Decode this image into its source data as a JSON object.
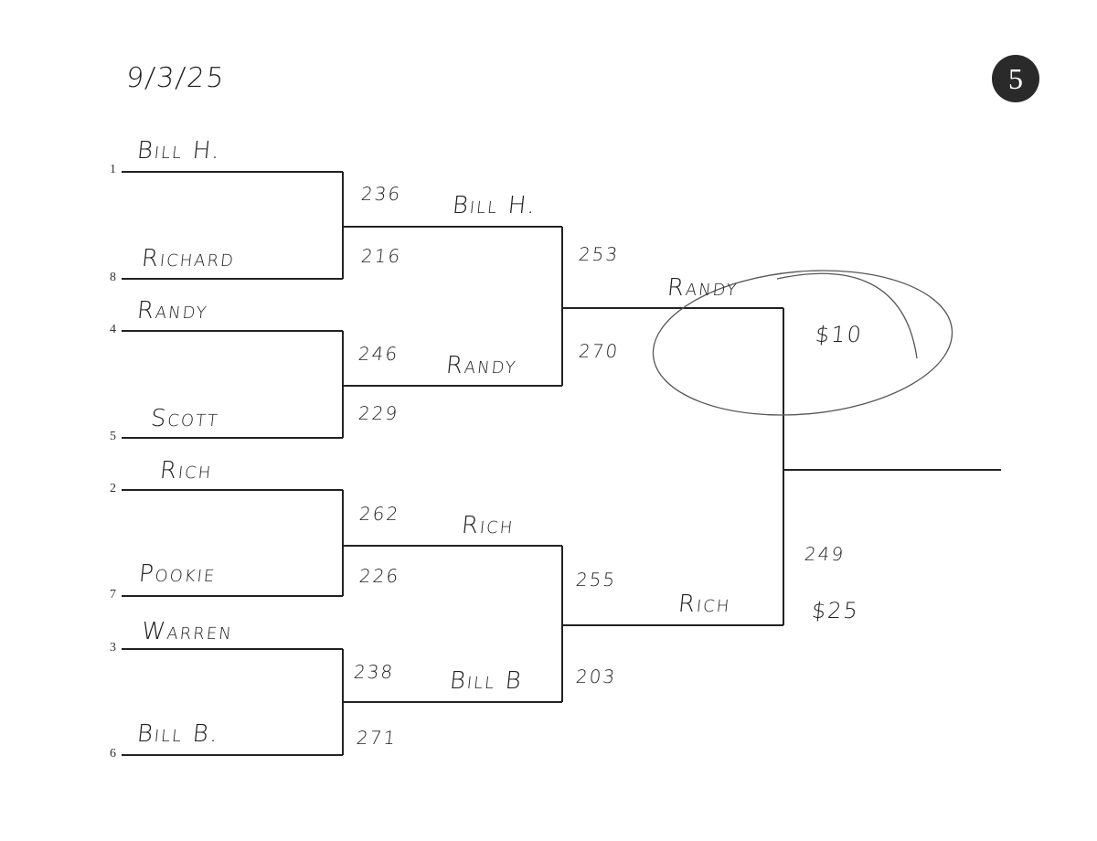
{
  "date": "9/3/25",
  "page_badge": "5",
  "round1": [
    {
      "seed": "1",
      "name": "Bill H.",
      "score": "236"
    },
    {
      "seed": "8",
      "name": "Richard",
      "score": "216"
    },
    {
      "seed": "4",
      "name": "Randy",
      "score": "246"
    },
    {
      "seed": "5",
      "name": "Scott",
      "score": "229"
    },
    {
      "seed": "2",
      "name": "Rich",
      "score": "262"
    },
    {
      "seed": "7",
      "name": "Pookie",
      "score": "226"
    },
    {
      "seed": "3",
      "name": "Warren",
      "score": "238"
    },
    {
      "seed": "6",
      "name": "Bill B.",
      "score": "271"
    }
  ],
  "round2": [
    {
      "name": "Bill H.",
      "score": "253"
    },
    {
      "name": "Randy",
      "score": "270"
    },
    {
      "name": "Rich",
      "score": "255"
    },
    {
      "name": "Bill B",
      "score": "203"
    }
  ],
  "round3": [
    {
      "name": "Randy"
    },
    {
      "name": "Rich"
    }
  ],
  "final": {
    "top_prize": "$10",
    "score": "249",
    "bottom_prize": "$25"
  }
}
